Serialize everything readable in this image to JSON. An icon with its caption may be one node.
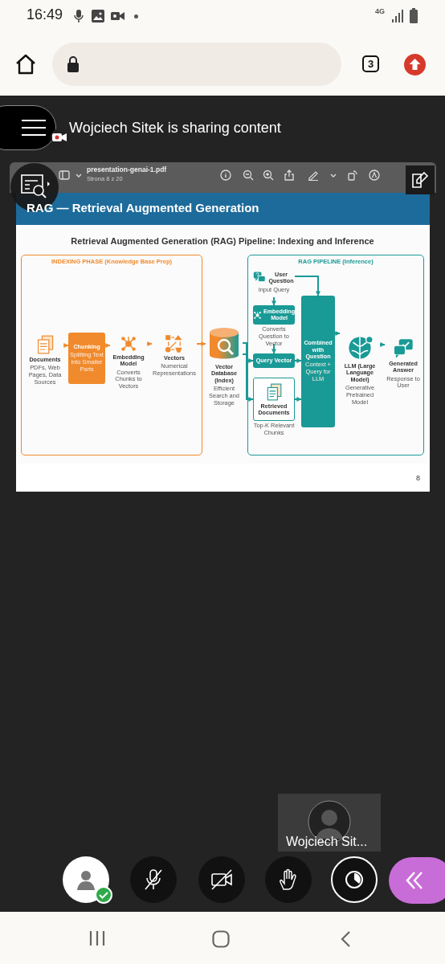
{
  "diagram": {
    "title": "Retrieval Augmented Generation (RAG) Pipeline: Indexing and Inference",
    "nodes": [
      {
        "text": [
          "INDEXING PHASE (Knowledge Base Prep)"
        ]
      },
      {
        "text": [
          "RAG PIPELINE (Inference)"
        ]
      },
      {
        "text": [
          "Documents",
          "PDFs, Web Pages, Data Sources"
        ],
        "in": 0
      },
      {
        "text": [
          "Chunking",
          "Splitting Text into Smaller Parts"
        ],
        "in": 0
      },
      {
        "text": [
          "Embedding Model",
          "Converts Chunks to Vectors"
        ],
        "in": 0
      },
      {
        "text": [
          "Vectors",
          "Numerical Representations"
        ],
        "in": 0
      },
      {
        "text": [
          "Vector Database (Index)",
          "Efficient Search and Storage"
        ]
      },
      {
        "text": [
          "User Question",
          "Input Query"
        ],
        "in": 1
      },
      {
        "text": [
          "Embedding Model"
        ],
        "beside": [
          "Converts Question to Vector"
        ],
        "in": 1
      },
      {
        "text": [
          "Query Vector"
        ],
        "in": 1
      },
      {
        "text": [
          "Retrieved Documents"
        ],
        "beside": [
          "Top-K Relevant Chunks"
        ],
        "in": 1
      },
      {
        "text": [
          "Combined with Question",
          "Context + Query for LLM"
        ],
        "in": 1
      },
      {
        "text": [
          "LLM (Large Language Model)",
          "Generative Pretrained Model"
        ],
        "in": 1
      },
      {
        "text": [
          "Generated Answer",
          "Response to User"
        ],
        "in": 1
      }
    ],
    "edges": [
      {
        "from": 2,
        "to": 3,
        "arrow": "to",
        "color": "#f08a2c"
      },
      {
        "from": 3,
        "to": 4,
        "arrow": "to",
        "color": "#f08a2c"
      },
      {
        "from": 4,
        "to": 5,
        "arrow": "to",
        "color": "#f08a2c"
      },
      {
        "from": 5,
        "to": 6,
        "arrow": "to",
        "color": "#f08a2c"
      },
      {
        "from": 6,
        "to": 9,
        "arrow": "to"
      },
      {
        "from": 6,
        "to": 10,
        "arrow": "to"
      },
      {
        "from": 7,
        "to": 8,
        "arrow": "to"
      },
      {
        "from": 8,
        "to": 9,
        "arrow": "to"
      },
      {
        "from": 7,
        "to": 11,
        "arrow": "to"
      },
      {
        "from": 9,
        "to": 11,
        "arrow": "to"
      },
      {
        "from": 10,
        "to": 11,
        "arrow": "to"
      },
      {
        "from": 11,
        "to": 12,
        "arrow": "to"
      },
      {
        "from": 12,
        "to": 13,
        "arrow": "to"
      }
    ],
    "labels": [
      "16:49",
      "4G",
      "3",
      "Wojciech Sitek is sharing content",
      "presentation-genai-1.pdf",
      "Strona 8 z 20",
      "RAG — Retrieval Augmented Generation",
      "8",
      "Wojciech Sit..."
    ]
  }
}
